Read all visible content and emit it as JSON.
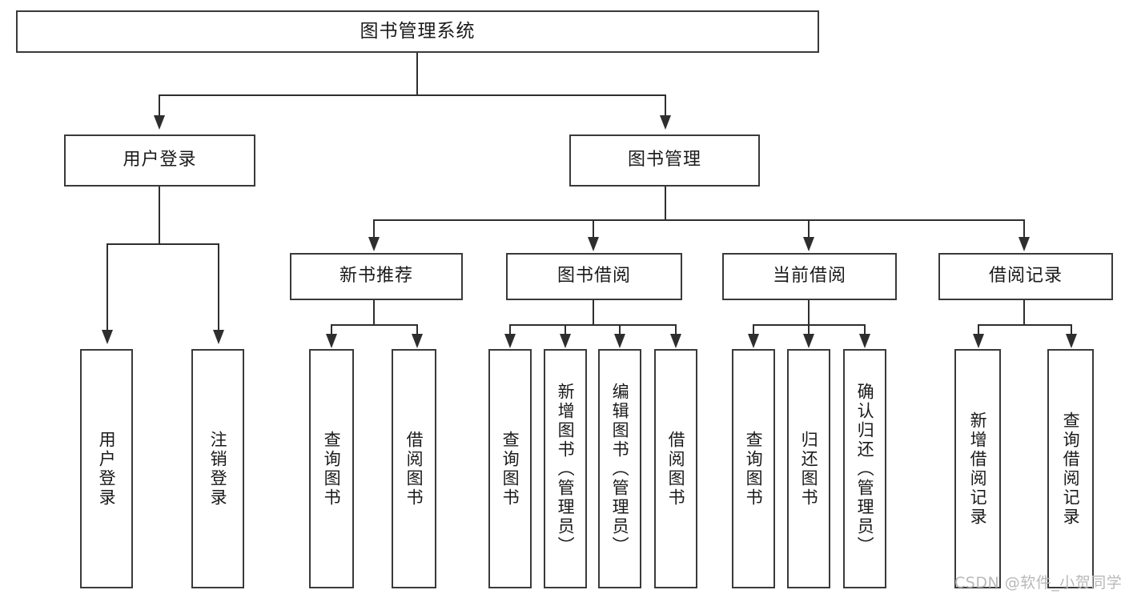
{
  "diagram": {
    "title": "图书管理系统",
    "type": "hierarchy-tree",
    "root": {
      "label": "图书管理系统"
    },
    "level2": [
      {
        "label": "用户登录"
      },
      {
        "label": "图书管理"
      }
    ],
    "level3": [
      {
        "label": "新书推荐"
      },
      {
        "label": "图书借阅"
      },
      {
        "label": "当前借阅"
      },
      {
        "label": "借阅记录"
      }
    ],
    "leaves": {
      "user_login": [
        {
          "label": "用户登录"
        },
        {
          "label": "注销登录"
        }
      ],
      "new_book_recommend": [
        {
          "label": "查询图书"
        },
        {
          "label": "借阅图书"
        }
      ],
      "book_borrow": [
        {
          "label": "查询图书"
        },
        {
          "label": "新增图书（管理员）"
        },
        {
          "label": "编辑图书（管理员）"
        },
        {
          "label": "借阅图书"
        }
      ],
      "current_borrow": [
        {
          "label": "查询图书"
        },
        {
          "label": "归还图书"
        },
        {
          "label": "确认归还（管理员）"
        }
      ],
      "borrow_record": [
        {
          "label": "新增借阅记录"
        },
        {
          "label": "查询借阅记录"
        }
      ]
    }
  },
  "watermark": {
    "text": "CSDN @软件_小贺同学"
  },
  "colors": {
    "box_border": "#3a3a3a",
    "line": "#2e2e2e",
    "text": "#1a1a1a",
    "background": "#ffffff",
    "watermark": "#b9b9b9"
  }
}
